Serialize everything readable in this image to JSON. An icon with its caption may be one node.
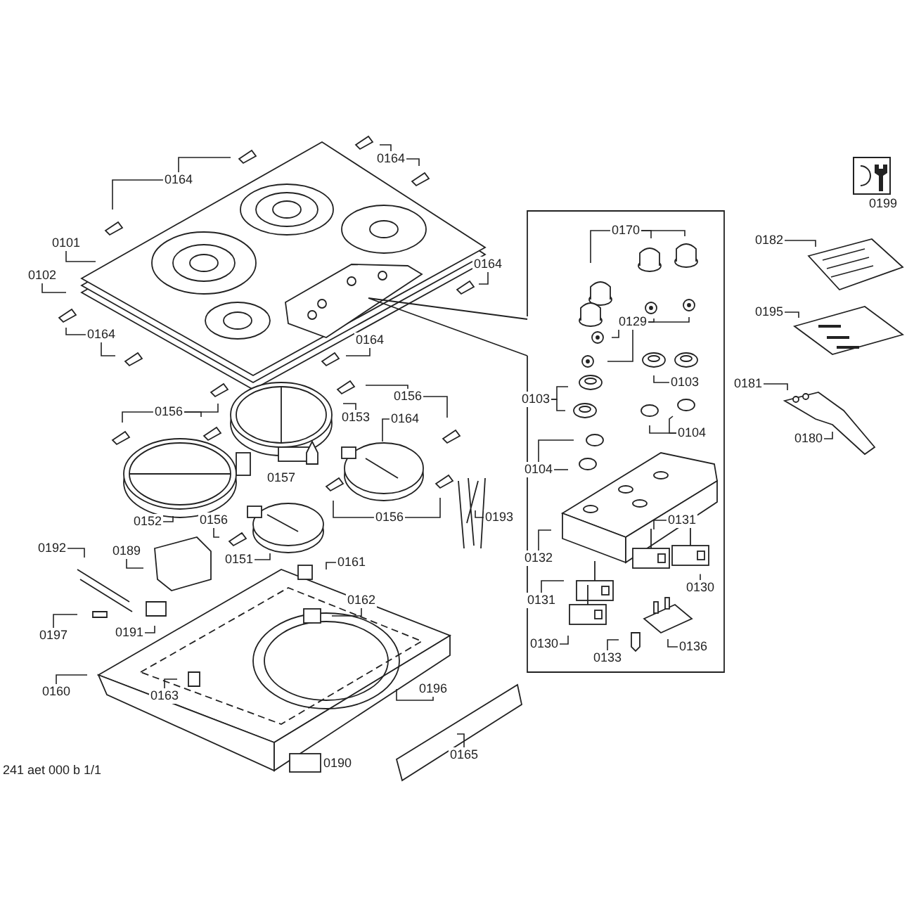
{
  "diagram": {
    "nodes": [
      {
        "text": [
          "0164"
        ]
      },
      {
        "text": [
          "0164"
        ]
      },
      {
        "text": [
          "0101"
        ]
      },
      {
        "text": [
          "0102"
        ]
      },
      {
        "text": [
          "0164"
        ]
      },
      {
        "text": [
          "0164"
        ]
      },
      {
        "text": [
          "0164"
        ]
      },
      {
        "text": [
          "0170"
        ]
      },
      {
        "text": [
          "0129"
        ]
      },
      {
        "text": [
          "0103"
        ]
      },
      {
        "text": [
          "0103"
        ]
      },
      {
        "text": [
          "0104"
        ]
      },
      {
        "text": [
          "0104"
        ]
      },
      {
        "text": [
          "0132"
        ]
      },
      {
        "text": [
          "0131"
        ]
      },
      {
        "text": [
          "0130"
        ]
      },
      {
        "text": [
          "0131"
        ]
      },
      {
        "text": [
          "0130"
        ]
      },
      {
        "text": [
          "0133"
        ]
      },
      {
        "text": [
          "0136"
        ]
      },
      {
        "text": [
          "0182"
        ]
      },
      {
        "text": [
          "0195"
        ]
      },
      {
        "text": [
          "0181"
        ]
      },
      {
        "text": [
          "0180"
        ]
      },
      {
        "text": [
          "0156"
        ]
      },
      {
        "text": [
          "0153"
        ]
      },
      {
        "text": [
          "0164"
        ]
      },
      {
        "text": [
          "0156"
        ]
      },
      {
        "text": [
          "0152"
        ]
      },
      {
        "text": [
          "0156"
        ]
      },
      {
        "text": [
          "0156"
        ]
      },
      {
        "text": [
          "0151"
        ]
      },
      {
        "text": [
          "0193"
        ]
      },
      {
        "text": [
          "0192"
        ]
      },
      {
        "text": [
          "0189"
        ]
      },
      {
        "text": [
          "0161"
        ]
      },
      {
        "text": [
          "0162"
        ]
      },
      {
        "text": [
          "0197"
        ]
      },
      {
        "text": [
          "0191"
        ]
      },
      {
        "text": [
          "0160"
        ]
      },
      {
        "text": [
          "0163"
        ]
      },
      {
        "text": [
          "0196"
        ]
      },
      {
        "text": [
          "0165"
        ]
      },
      {
        "text": [
          "0199"
        ]
      },
      {
        "text": [
          "0157"
        ]
      },
      {
        "text": [
          "0190"
        ]
      }
    ],
    "edges": [
      {
        "from": 0,
        "to": null,
        "arrow": "none"
      },
      {
        "from": 0,
        "to": null,
        "arrow": "none"
      },
      {
        "from": 1,
        "to": null,
        "arrow": "none"
      },
      {
        "from": 1,
        "to": null,
        "arrow": "none"
      },
      {
        "from": 2,
        "to": null,
        "arrow": "none"
      },
      {
        "from": 3,
        "to": null,
        "arrow": "none"
      },
      {
        "from": 4,
        "to": null,
        "arrow": "none"
      },
      {
        "from": 4,
        "to": null,
        "arrow": "none"
      },
      {
        "from": 5,
        "to": null,
        "arrow": "none"
      },
      {
        "from": 6,
        "to": null,
        "arrow": "none"
      },
      {
        "from": 7,
        "to": null,
        "arrow": "none"
      },
      {
        "from": 7,
        "to": null,
        "arrow": "none"
      },
      {
        "from": 7,
        "to": null,
        "arrow": "none"
      },
      {
        "from": 8,
        "to": null,
        "arrow": "none"
      },
      {
        "from": 8,
        "to": null,
        "arrow": "none"
      },
      {
        "from": 8,
        "to": null,
        "arrow": "none"
      },
      {
        "from": 8,
        "to": null,
        "arrow": "none"
      },
      {
        "from": 9,
        "to": null,
        "arrow": "none"
      },
      {
        "from": 10,
        "to": null,
        "arrow": "none"
      },
      {
        "from": 10,
        "to": null,
        "arrow": "none"
      },
      {
        "from": 11,
        "to": null,
        "arrow": "none"
      },
      {
        "from": 11,
        "to": null,
        "arrow": "none"
      },
      {
        "from": 12,
        "to": null,
        "arrow": "none"
      },
      {
        "from": 12,
        "to": null,
        "arrow": "none"
      },
      {
        "from": 13,
        "to": null,
        "arrow": "none"
      },
      {
        "from": 14,
        "to": null,
        "arrow": "none"
      },
      {
        "from": 15,
        "to": null,
        "arrow": "none"
      },
      {
        "from": 16,
        "to": null,
        "arrow": "none"
      },
      {
        "from": 17,
        "to": null,
        "arrow": "none"
      },
      {
        "from": 18,
        "to": null,
        "arrow": "none"
      },
      {
        "from": 19,
        "to": null,
        "arrow": "none"
      },
      {
        "from": 20,
        "to": null,
        "arrow": "none"
      },
      {
        "from": 21,
        "to": null,
        "arrow": "none"
      },
      {
        "from": 22,
        "to": null,
        "arrow": "none"
      },
      {
        "from": 23,
        "to": null,
        "arrow": "none"
      },
      {
        "from": 24,
        "to": null,
        "arrow": "none"
      },
      {
        "from": 24,
        "to": null,
        "arrow": "none"
      },
      {
        "from": 24,
        "to": null,
        "arrow": "none"
      },
      {
        "from": 25,
        "to": null,
        "arrow": "none"
      },
      {
        "from": 26,
        "to": null,
        "arrow": "none"
      },
      {
        "from": 27,
        "to": null,
        "arrow": "none"
      },
      {
        "from": 27,
        "to": null,
        "arrow": "none"
      },
      {
        "from": 28,
        "to": null,
        "arrow": "none"
      },
      {
        "from": 29,
        "to": null,
        "arrow": "none"
      },
      {
        "from": 30,
        "to": null,
        "arrow": "none"
      },
      {
        "from": 30,
        "to": null,
        "arrow": "none"
      },
      {
        "from": 31,
        "to": null,
        "arrow": "none"
      },
      {
        "from": 32,
        "to": null,
        "arrow": "none"
      },
      {
        "from": 33,
        "to": null,
        "arrow": "none"
      },
      {
        "from": 34,
        "to": null,
        "arrow": "none"
      },
      {
        "from": 35,
        "to": null,
        "arrow": "none"
      },
      {
        "from": 36,
        "to": null,
        "arrow": "none"
      },
      {
        "from": 37,
        "to": null,
        "arrow": "none"
      },
      {
        "from": 38,
        "to": null,
        "arrow": "none"
      },
      {
        "from": 39,
        "to": null,
        "arrow": "none"
      },
      {
        "from": 40,
        "to": null,
        "arrow": "none"
      },
      {
        "from": 41,
        "to": null,
        "arrow": "none"
      },
      {
        "from": 42,
        "to": null,
        "arrow": "none"
      }
    ],
    "labels": [
      "241 aet 000 b 1/1"
    ]
  }
}
